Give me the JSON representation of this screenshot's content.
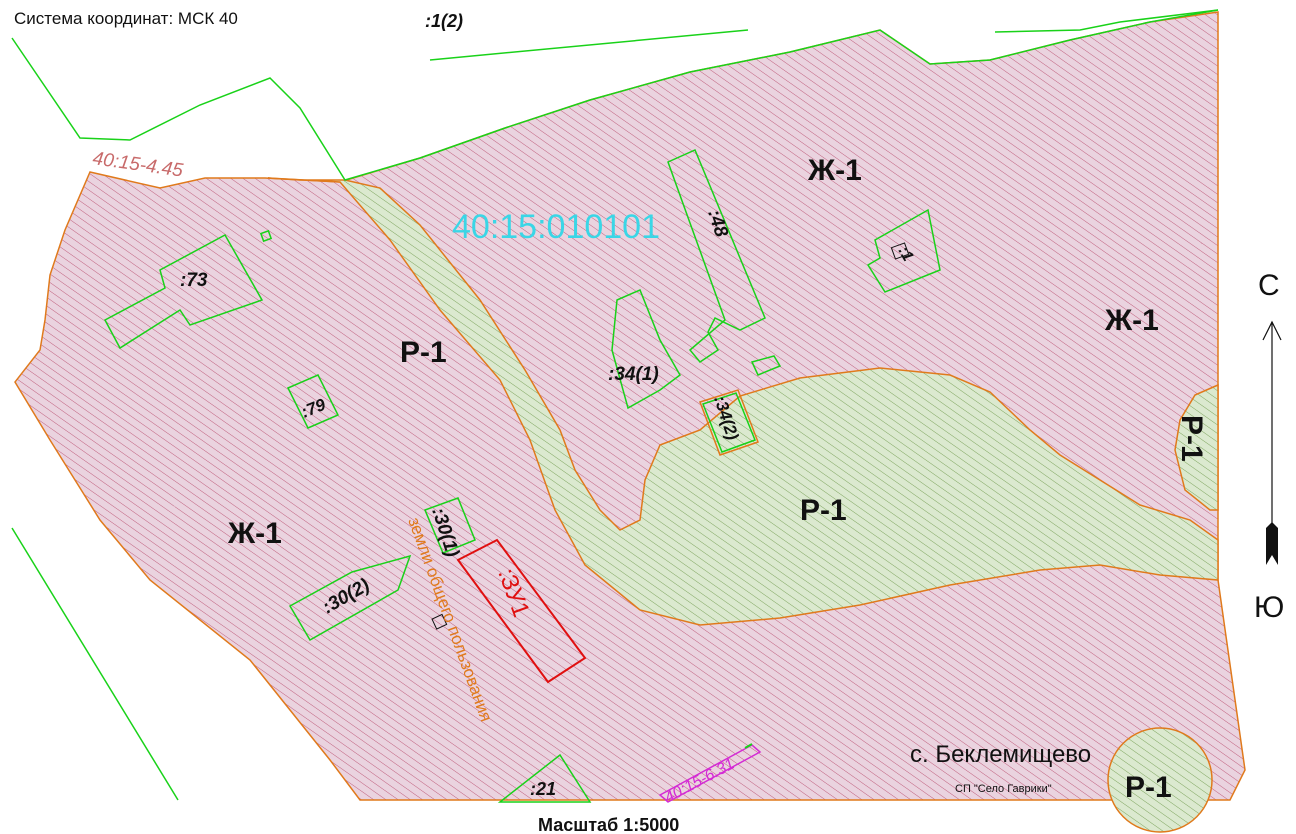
{
  "header": {
    "coord_system": "Система координат: МСК 40",
    "scale": "Масштаб 1:5000"
  },
  "quarter_number": "40:15:010101",
  "zones": {
    "residential": "Ж-1",
    "recreational": "Р-1"
  },
  "parcels": {
    "p1_2": ":1(2)",
    "p73": ":73",
    "p48": ":48",
    "p1": ":1",
    "p34_1": ":34(1)",
    "p34_2": ":34(2)",
    "p79": ":79",
    "p30_1": ":30(1)",
    "p30_2": ":30(2)",
    "zu1": ":ЗУ1",
    "p21": ":21"
  },
  "boundary_labels": {
    "north_west": "40:15-4.45",
    "south": "40:15-6.31"
  },
  "public_land": "земли общего пользования",
  "settlement": {
    "name": "с. Беклемищево",
    "municipality": "СП \"Село Гаврики\""
  },
  "compass": {
    "north": "С",
    "south": "Ю"
  },
  "colors": {
    "residential_fill": "#ead3df",
    "residential_hatch": "#c0607e",
    "recreational_fill": "#dbe9cf",
    "recreational_hatch": "#7fa55f",
    "zone_border": "#e07a1c",
    "parcel_border": "#19d219",
    "new_parcel": "#e01010",
    "quarter_label": "#3ad6e6",
    "boundary_label_nw": "#c86a6a",
    "boundary_label_s": "#d42bd4",
    "public_land_label": "#e07a1c"
  }
}
